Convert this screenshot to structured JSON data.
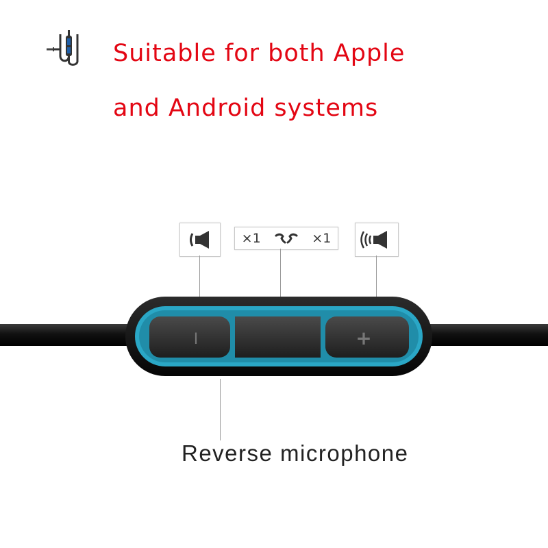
{
  "headline": {
    "line1": "Suitable for both Apple",
    "line2": "and Android systems",
    "color": "#e30613"
  },
  "icons": {
    "cable": "headphone-cable-icon",
    "volume_down": "volume-down-icon",
    "volume_up": "volume-up-icon",
    "call": "phone-call-icon"
  },
  "callout_center": {
    "left_count": "×1",
    "right_count": "×1"
  },
  "remote": {
    "minus_label": "I",
    "plus_label": "+",
    "accent_color": "#2aa7c6"
  },
  "caption": "Reverse microphone"
}
